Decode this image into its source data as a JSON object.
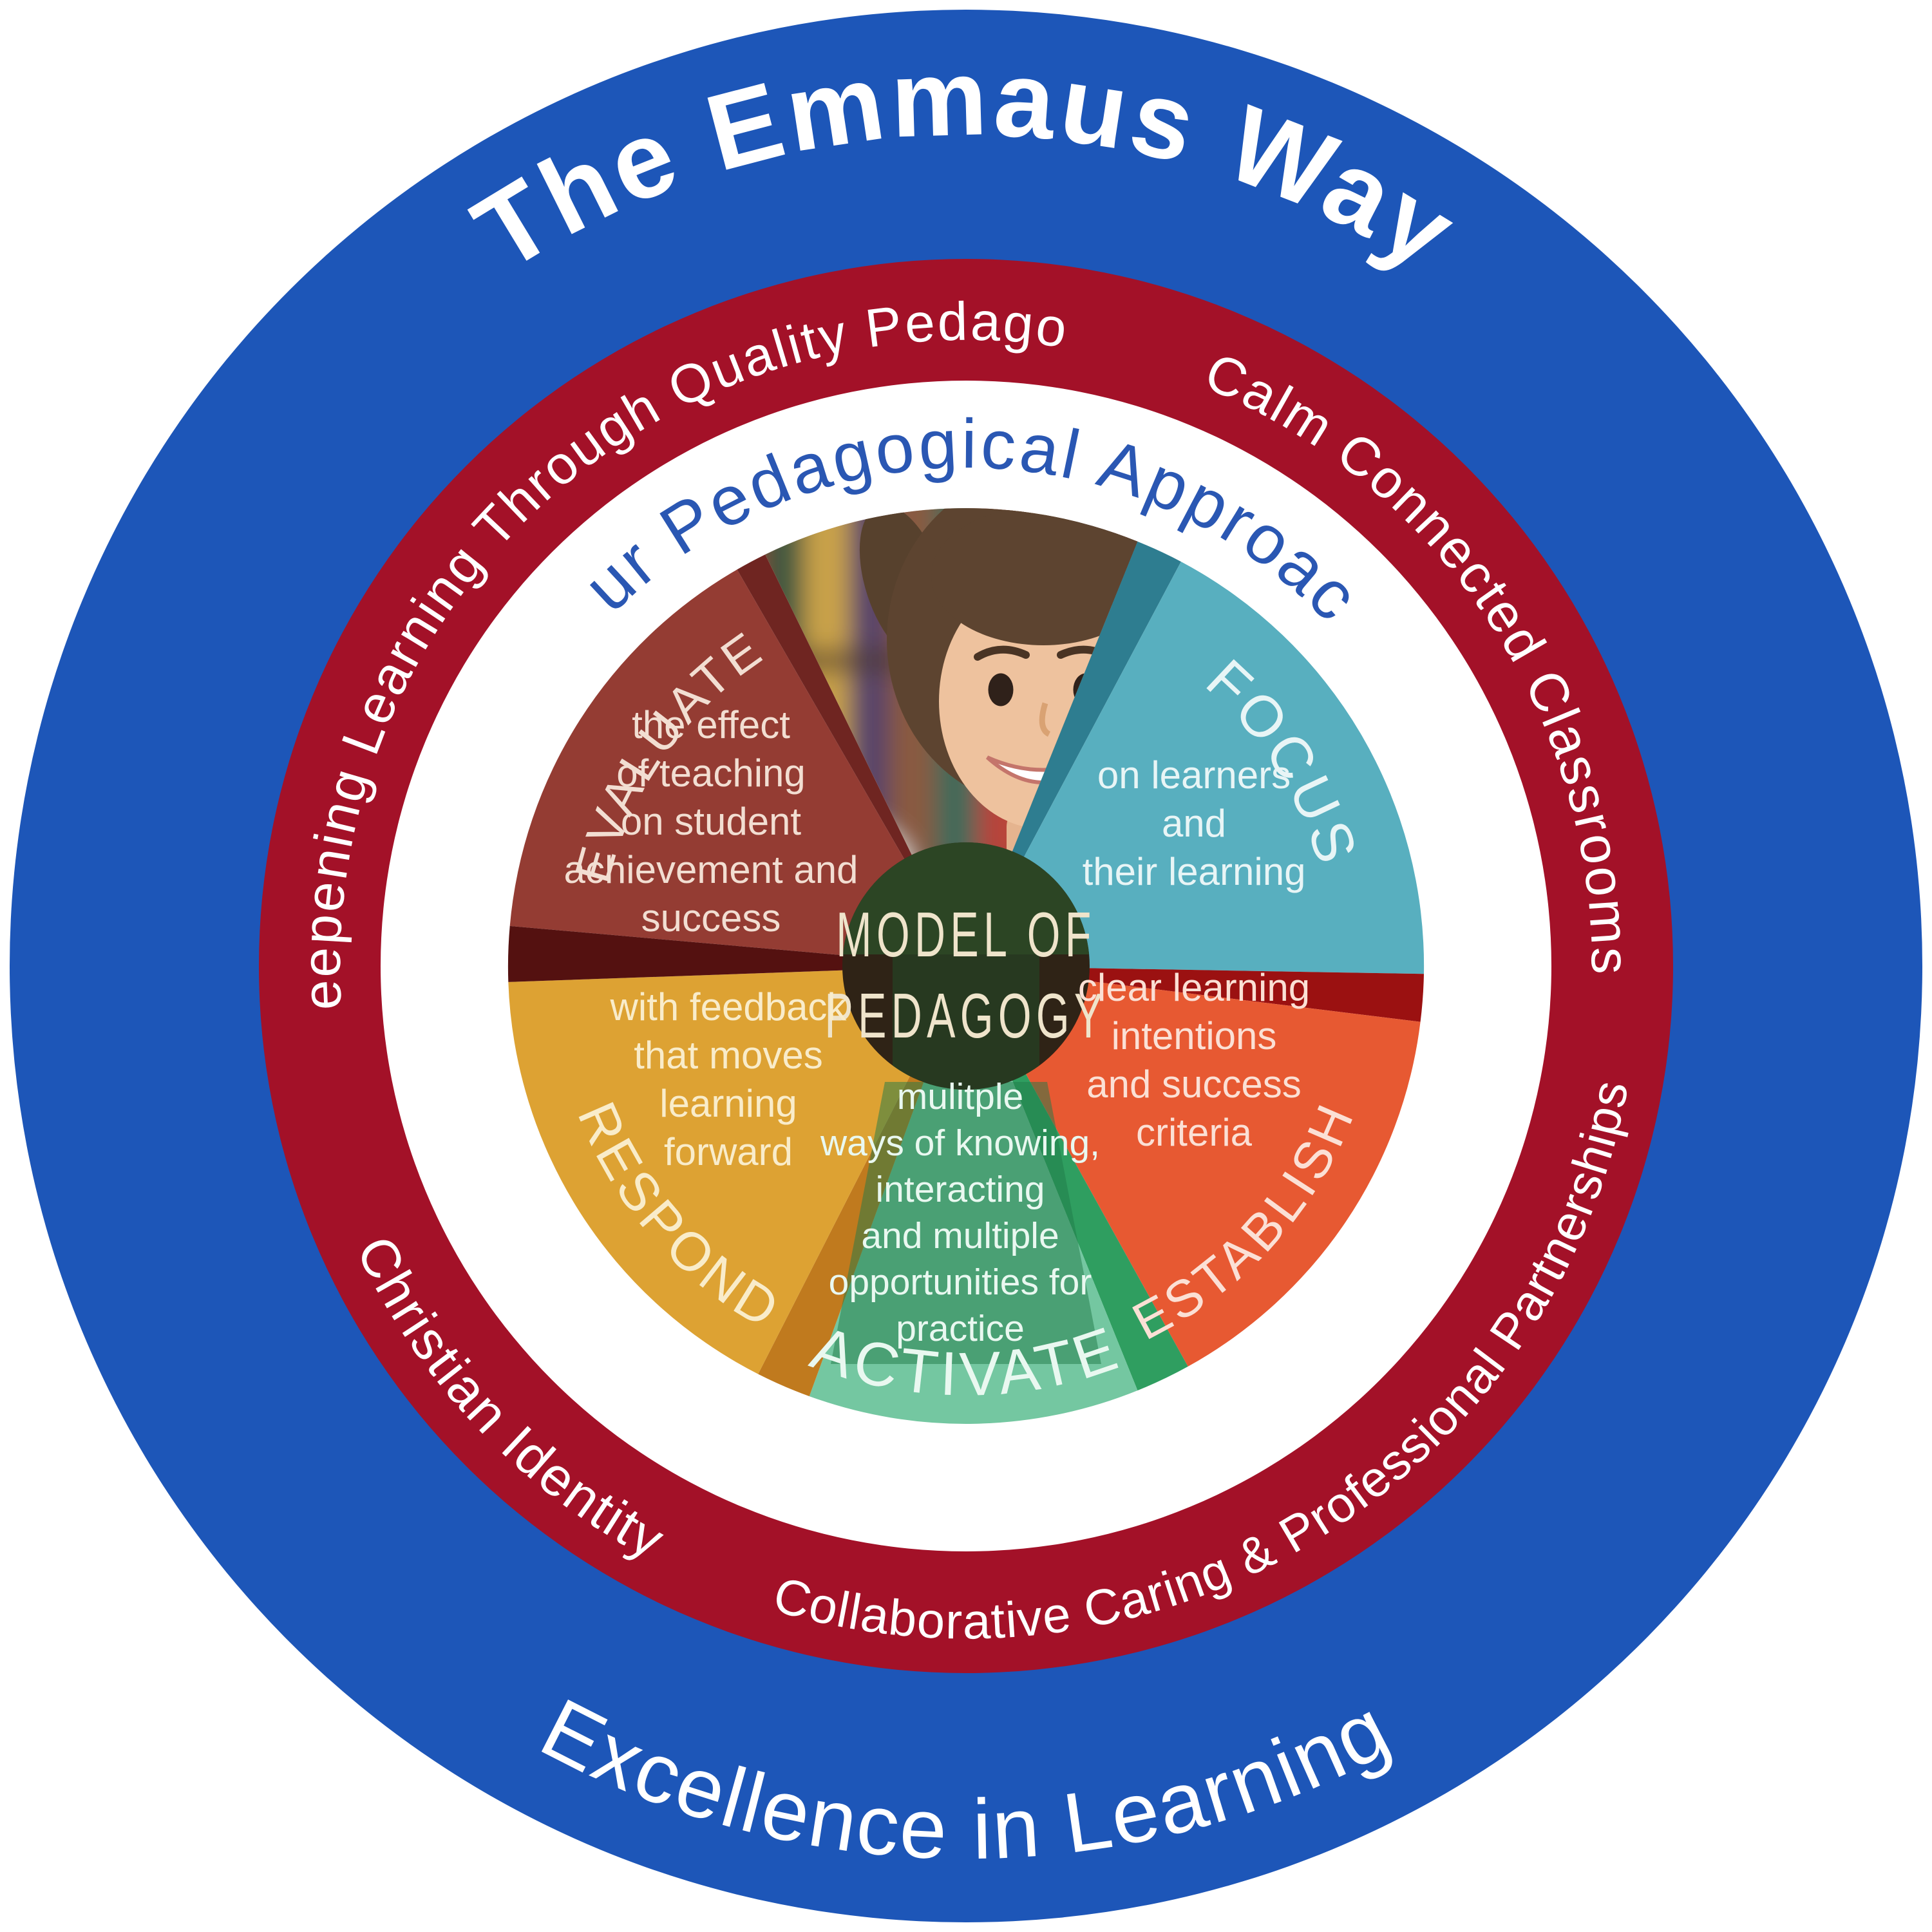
{
  "diagram": {
    "outer_ring": {
      "title": "The Emmaus Way",
      "bottom_text": "Excellence in Learning",
      "color": "#1d56b8",
      "text_color": "#ffffff"
    },
    "middle_ring": {
      "color": "#a31128",
      "text_color": "#ffffff",
      "texts": {
        "top_left": "Deepening Learning Through Quality Pedagogy",
        "top_right": "Calm Connected Classrooms",
        "bottom_left": "Christian Identity",
        "bottom": "Collaborative Caring & Professional Partnerships"
      }
    },
    "white_ring": {
      "heading": "Our Pedagogical Approach",
      "heading_color": "#2a57b3",
      "color": "#ffffff"
    },
    "wheel": {
      "center": {
        "line1": "MODEL OF",
        "line2": "PEDAGOGY",
        "text_color": "#efe4cb",
        "circle_color": "#2f2316"
      },
      "sectors": [
        {
          "id": "evaluate",
          "label": "EVALUATE",
          "color": "#943c33",
          "text_color": "#f2ded2",
          "start": 275,
          "end": 330,
          "desc": [
            "the effect",
            "of teaching",
            "on student",
            "achievement and",
            "success"
          ]
        },
        {
          "id": "divider-evaluate-photo",
          "color": "#6f2521",
          "start": 330,
          "end": 334
        },
        {
          "id": "photo",
          "type": "photo",
          "start": 334,
          "end": 382
        },
        {
          "id": "divider-photo-focus",
          "color": "#2e7d90",
          "start": 22,
          "end": 28
        },
        {
          "id": "focus",
          "label": "FOCUS",
          "color": "#58afbf",
          "text_color": "#e8f5f6",
          "start": 28,
          "end": 91,
          "desc": [
            "on learners",
            "and",
            "their learning"
          ]
        },
        {
          "id": "divider-focus-establish",
          "color": "#9b1111",
          "start": 91,
          "end": 97
        },
        {
          "id": "establish",
          "label": "ESTABLISH",
          "color": "#e75932",
          "text_color": "#fbe0d5",
          "start": 97,
          "end": 151,
          "desc": [
            "clear learning",
            "intentions",
            "and success",
            "criteria"
          ]
        },
        {
          "id": "divider-establish-activate",
          "color": "#2f9e60",
          "start": 151,
          "end": 158
        },
        {
          "id": "activate",
          "label": "ACTIVATE",
          "color": "#74c7a1",
          "text_color": "#e9f8f0",
          "start": 158,
          "end": 200,
          "desc": [
            "mulitple",
            "ways of knowing,",
            "interacting",
            "and multiple",
            "opportunities for",
            "practice"
          ]
        },
        {
          "id": "divider-activate-respond",
          "color": "#c07a1e",
          "start": 200,
          "end": 207
        },
        {
          "id": "respond",
          "label": "RESPOND",
          "color": "#dda233",
          "text_color": "#f9ecca",
          "start": 207,
          "end": 268,
          "desc": [
            "with feedback",
            "that moves",
            "learning",
            "forward"
          ]
        },
        {
          "id": "divider-respond-evaluate",
          "color": "#541110",
          "start": 268,
          "end": 275
        }
      ]
    }
  }
}
